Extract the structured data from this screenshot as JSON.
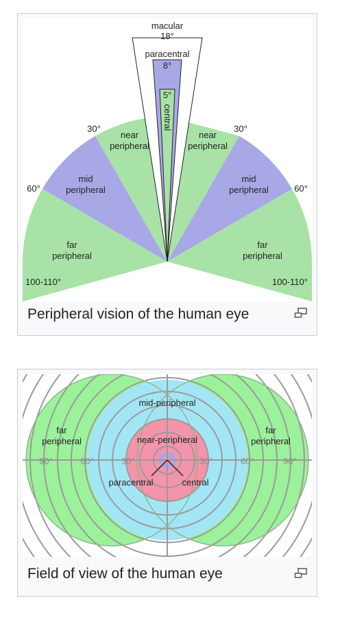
{
  "figure1": {
    "caption": "Peripheral vision of the human eye",
    "labels": {
      "macular": "macular",
      "macular_deg": "18°",
      "paracentral": "paracentral",
      "paracentral_deg": "8°",
      "central": "central",
      "central_deg": "5°",
      "near_l1": "near",
      "near_l2": "peripheral",
      "mid_l1": "mid",
      "mid_l2": "peripheral",
      "far_l1": "far",
      "far_l2": "peripheral",
      "deg30": "30°",
      "deg60": "60°",
      "deg100": "100-110°"
    },
    "colors": {
      "green": "#a8e2a6",
      "purple": "#a8a8e6",
      "central_green": "#a8e2a6",
      "outline": "#222222"
    }
  },
  "figure2": {
    "caption": "Field of view of the human eye",
    "labels": {
      "mid_peripheral": "mid-peripheral",
      "near_peripheral": "near-peripheral",
      "far_l1": "far",
      "far_l2": "peripheral",
      "paracentral": "paracentral",
      "central": "central",
      "deg30": "30°",
      "deg60": "60°",
      "deg90": "90°"
    },
    "colors": {
      "far": "#9cf29a",
      "mid": "#a2e6f6",
      "near": "#f593aa",
      "grid": "#9a9a9a",
      "center": "#a8a8e6"
    }
  },
  "icons": [
    "magnify-icon"
  ]
}
